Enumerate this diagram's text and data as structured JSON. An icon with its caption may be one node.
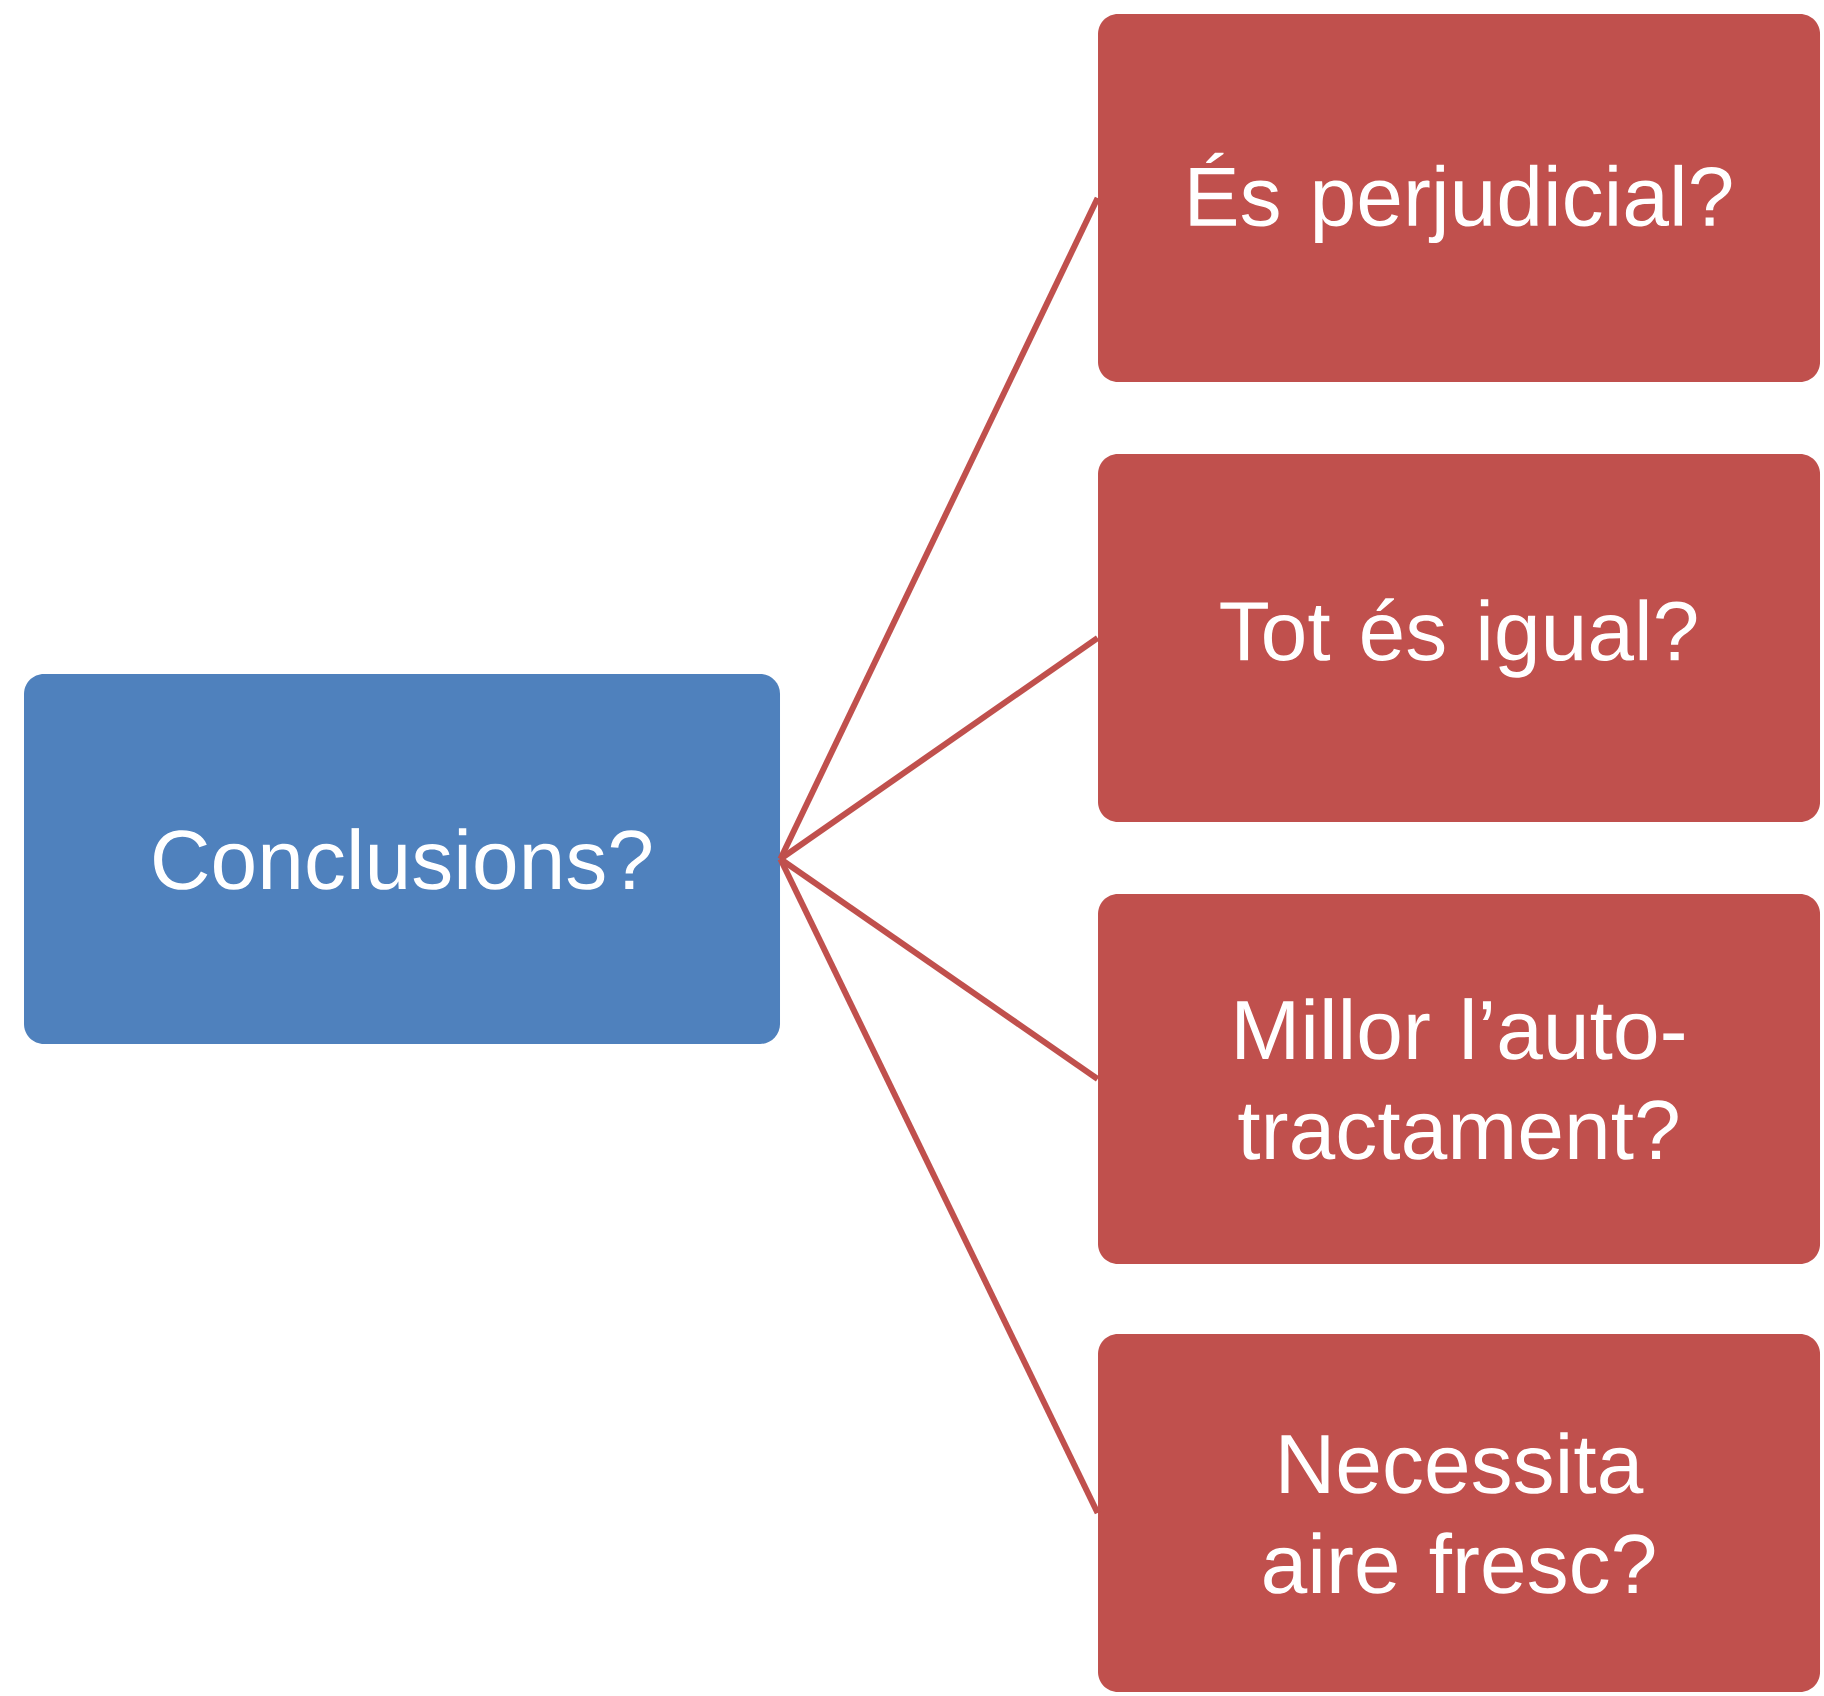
{
  "diagram": {
    "nodes": [
      {
        "text": [
          "Conclusions?"
        ]
      },
      {
        "text": [
          "És perjudicial?"
        ]
      },
      {
        "text": [
          "Tot és igual?"
        ]
      },
      {
        "text": [
          "Millor l’auto-tractament?"
        ]
      },
      {
        "text": [
          "Necessita aire fresc?"
        ]
      }
    ],
    "edges": [
      {
        "from": 0,
        "to": 1,
        "arrow": "none"
      },
      {
        "from": 0,
        "to": 2,
        "arrow": "none"
      },
      {
        "from": 0,
        "to": 3,
        "arrow": "none"
      },
      {
        "from": 0,
        "to": 4,
        "arrow": "none"
      }
    ]
  }
}
